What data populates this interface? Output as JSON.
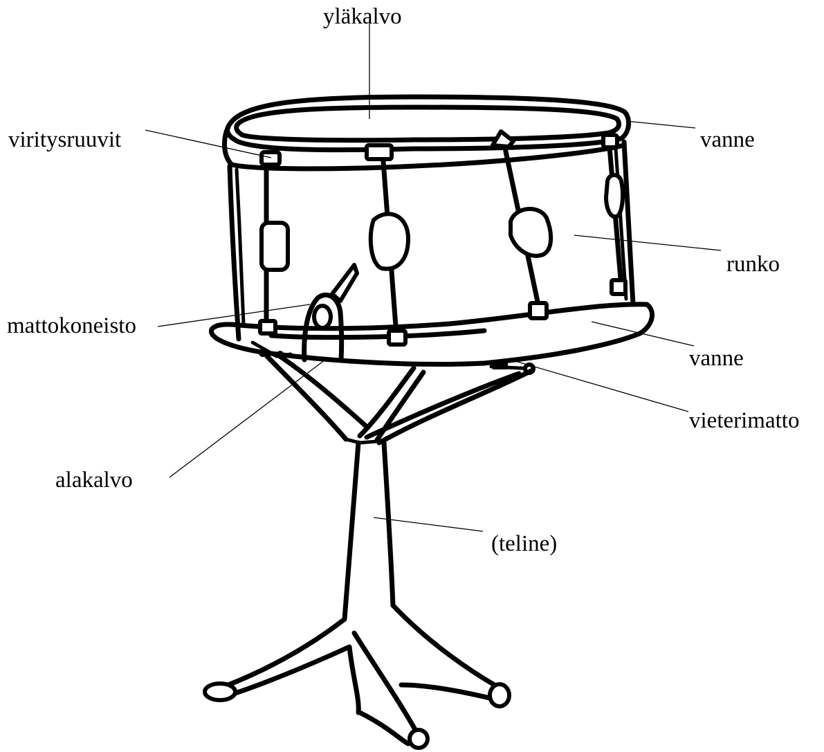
{
  "labels": {
    "top_head": "yläkalvo",
    "tension_rods": "viritysruuvit",
    "top_hoop": "vanne",
    "shell": "runko",
    "strainer": "mattokoneisto",
    "bottom_hoop": "vanne",
    "snares": "vieterimatto",
    "bottom_head": "alakalvo",
    "stand": "(teline)"
  }
}
